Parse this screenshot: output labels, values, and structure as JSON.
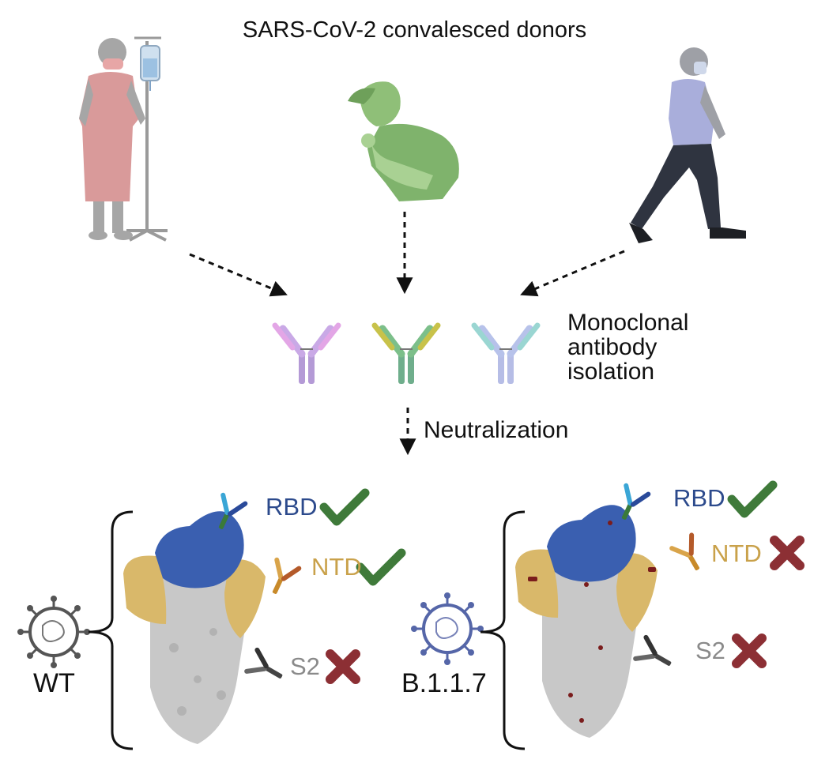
{
  "title": "SARS-CoV-2 convalesced donors",
  "monoclonal": [
    "Monoclonal",
    "antibody",
    "isolation"
  ],
  "neutralization": "Neutralization",
  "left_panel": {
    "variant": "WT",
    "targets": [
      {
        "label": "RBD",
        "result": "check"
      },
      {
        "label": "NTD",
        "result": "check"
      },
      {
        "label": "S2",
        "result": "cross"
      }
    ]
  },
  "right_panel": {
    "variant": "B.1.1.7",
    "targets": [
      {
        "label": "RBD",
        "result": "check"
      },
      {
        "label": "NTD",
        "result": "cross"
      },
      {
        "label": "S2",
        "result": "cross"
      }
    ]
  },
  "colors": {
    "rbd": "#2c4a8c",
    "ntd": "#c9a14a",
    "s2": "#8a8a8a",
    "check": "#3f7a3a",
    "cross": "#8c2f34",
    "spike_blue": "#3a5fb0",
    "spike_gold": "#d9b86a",
    "spike_gray": "#c8c8c8"
  }
}
